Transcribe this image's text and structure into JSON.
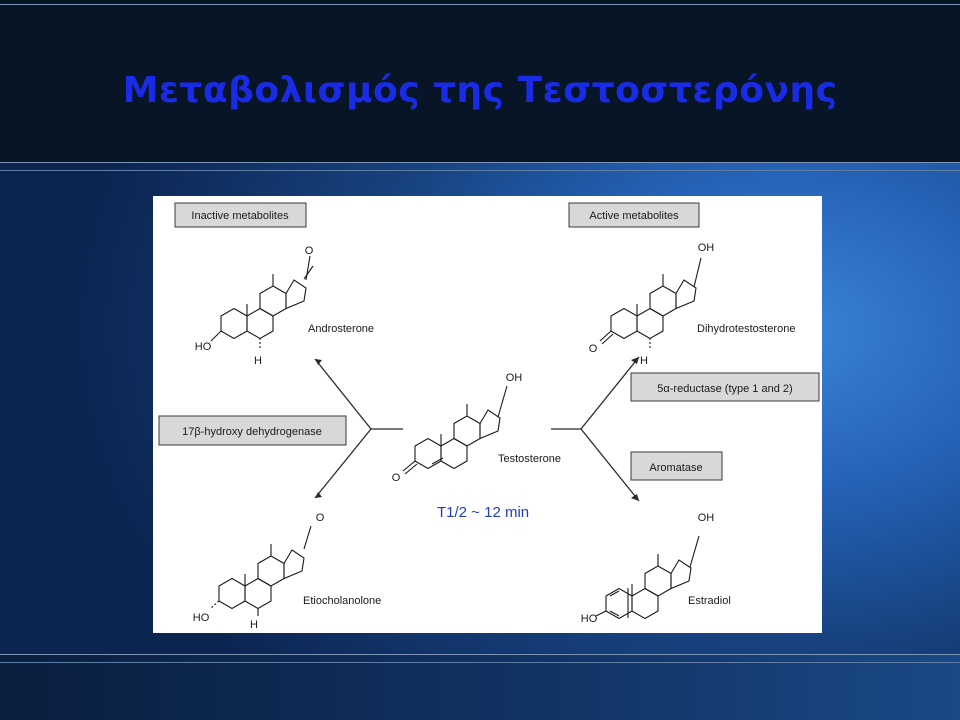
{
  "slide": {
    "title": "Μεταβολισμός της Τεστοστερόνης"
  },
  "diagram": {
    "boxes": {
      "inactive": "Inactive metabolites",
      "active": "Active metabolites",
      "dehydrogenase": "17β-hydroxy dehydrogenase",
      "reductase": "5α-reductase (type 1 and 2)",
      "aromatase": "Aromatase"
    },
    "molecules": {
      "androsterone": "Androsterone",
      "dihydrotestosterone": "Dihydrotestosterone",
      "testosterone": "Testosterone",
      "etiocholanolone": "Etiocholanolone",
      "estradiol": "Estradiol"
    },
    "atoms": {
      "o": "O",
      "oh": "OH",
      "ho": "HO",
      "h": "H"
    },
    "half_life": "T1/2 ~ 12 min"
  }
}
